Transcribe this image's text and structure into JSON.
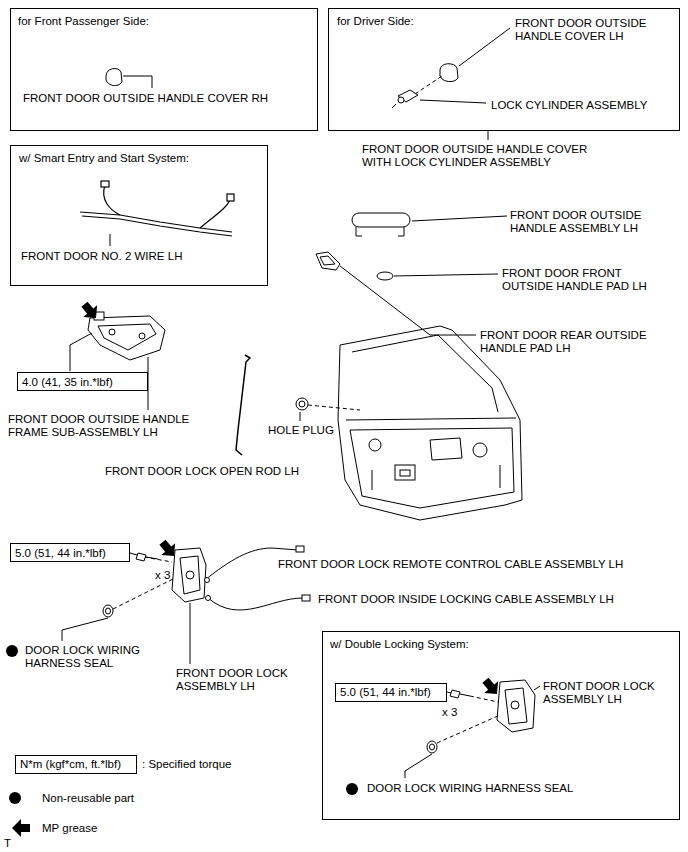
{
  "diagram": {
    "nodes": [
      {
        "text": [
          "for Front Passenger Side:",
          "FRONT DOOR OUTSIDE HANDLE COVER RH"
        ]
      },
      {
        "text": [
          "for Driver Side:",
          "FRONT DOOR OUTSIDE HANDLE COVER LH",
          "LOCK CYLINDER ASSEMBLY"
        ]
      },
      {
        "text": [
          "w/ Smart Entry and Start System:",
          "FRONT DOOR NO. 2 WIRE LH"
        ]
      },
      {
        "text": [
          "4.0 (41, 35 in.*lbf)"
        ]
      },
      {
        "text": [
          "5.0 (51, 44 in.*lbf)"
        ]
      },
      {
        "text": [
          "w/ Double Locking System:",
          "FRONT DOOR LOCK ASSEMBLY LH",
          "x 3",
          "DOOR LOCK WIRING HARNESS SEAL"
        ]
      },
      {
        "text": [
          "5.0 (51, 44 in.*lbf)"
        ],
        "in": 5
      },
      {
        "text": [
          "N*m (kgf*cm, ft.*lbf)"
        ]
      }
    ],
    "labels": [
      "FRONT DOOR OUTSIDE HANDLE COVER WITH LOCK CYLINDER ASSEMBLY",
      "FRONT DOOR OUTSIDE HANDLE ASSEMBLY LH",
      "FRONT DOOR FRONT OUTSIDE HANDLE PAD LH",
      "FRONT DOOR REAR OUTSIDE HANDLE PAD LH",
      "FRONT DOOR OUTSIDE HANDLE FRAME SUB-ASSEMBLY LH",
      "HOLE PLUG",
      "FRONT DOOR LOCK OPEN ROD LH",
      "x 3",
      "FRONT DOOR LOCK REMOTE CONTROL CABLE ASSEMBLY LH",
      "FRONT DOOR INSIDE LOCKING CABLE ASSEMBLY LH",
      "DOOR LOCK WIRING HARNESS SEAL",
      "FRONT DOOR LOCK ASSEMBLY LH",
      "T"
    ],
    "legend": [
      {
        "text": ": Specified torque"
      },
      {
        "text": "Non-reusable part"
      },
      {
        "text": "MP grease"
      }
    ]
  }
}
